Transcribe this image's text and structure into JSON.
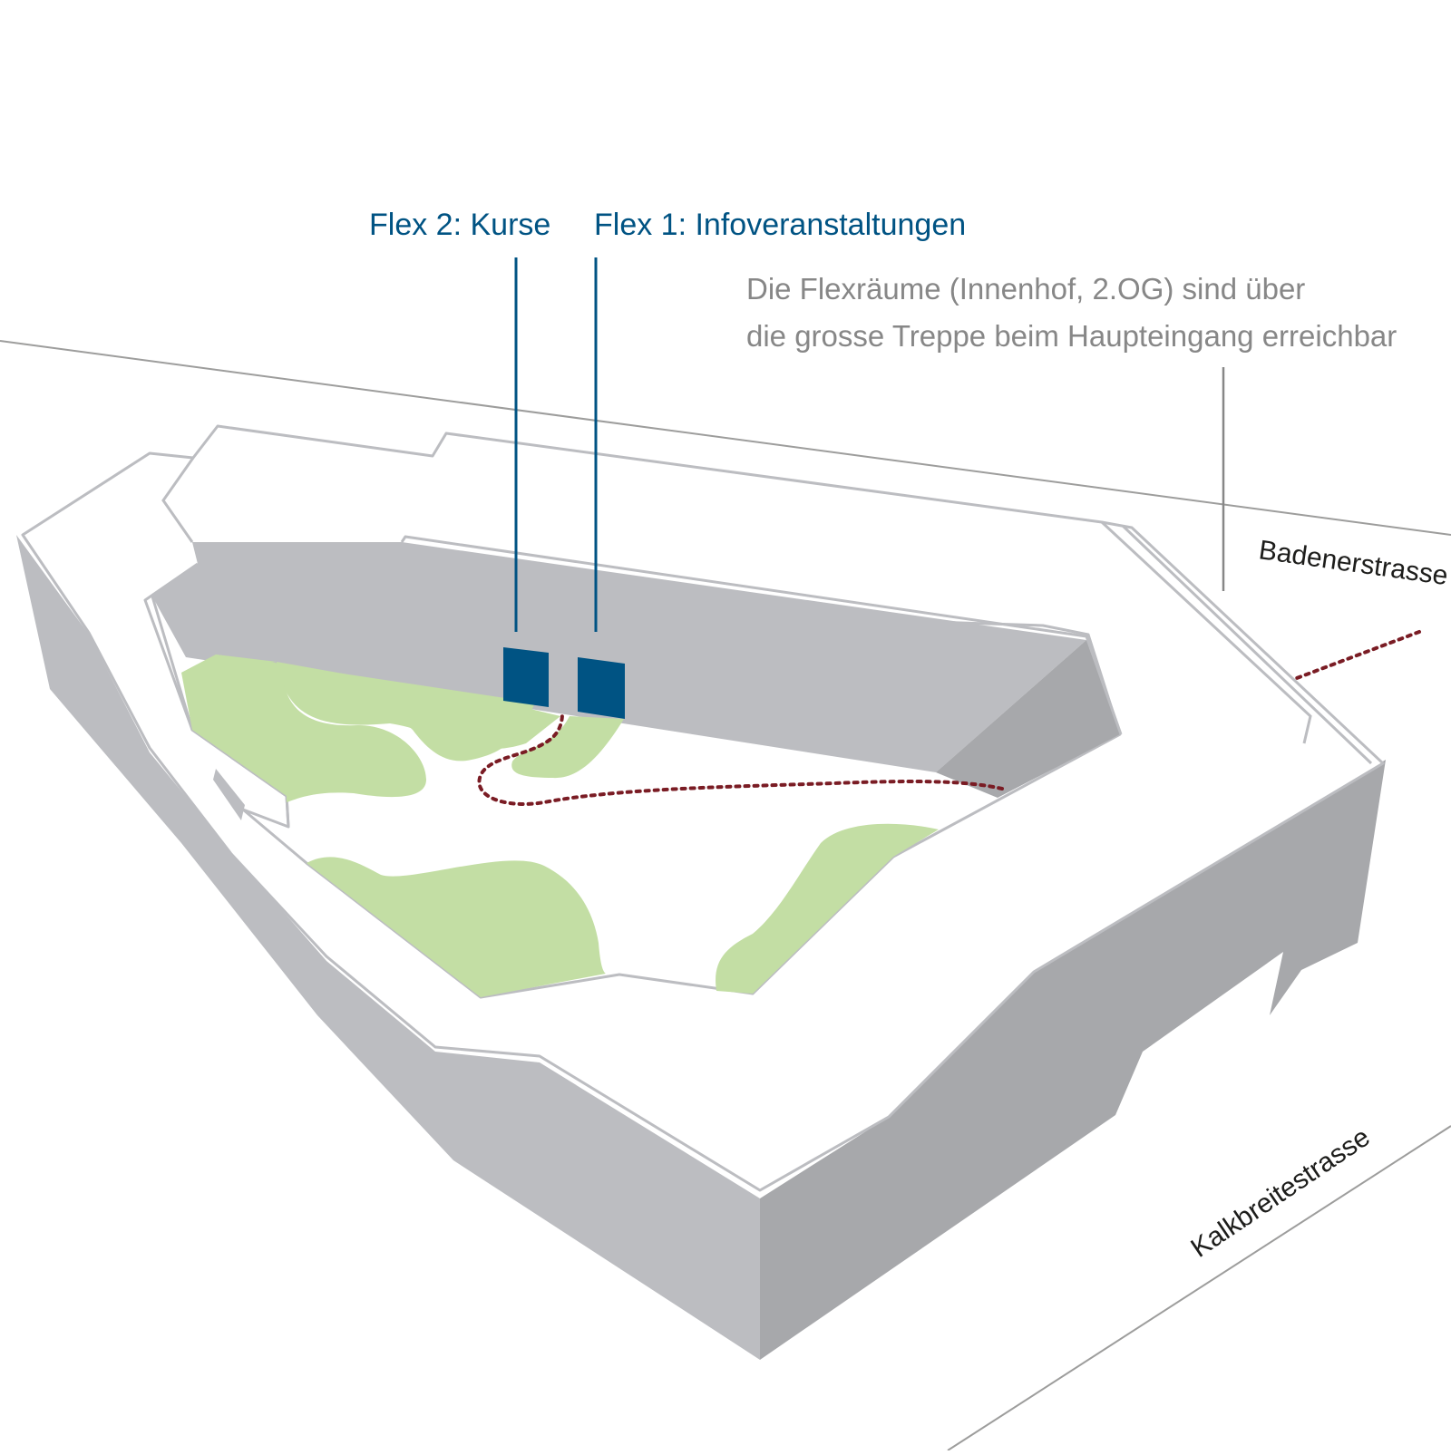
{
  "labels": {
    "flex2": "Flex 2: Kurse",
    "flex1": "Flex 1: Infoveranstaltungen",
    "note_line1": "Die Flexräume (Innenhof, 2.OG) sind über",
    "note_line2": "die grosse Treppe beim Haupteingang erreichbar",
    "street_north": "Badenerstrasse",
    "street_south": "Kalkbreitestrasse"
  },
  "colors": {
    "accent_blue": "#005383",
    "note_gray": "#878787",
    "green": "#c3dea4",
    "wall_light": "#bcbdc1",
    "wall_dark": "#a7a8ab",
    "path_red": "#7a1c24"
  }
}
